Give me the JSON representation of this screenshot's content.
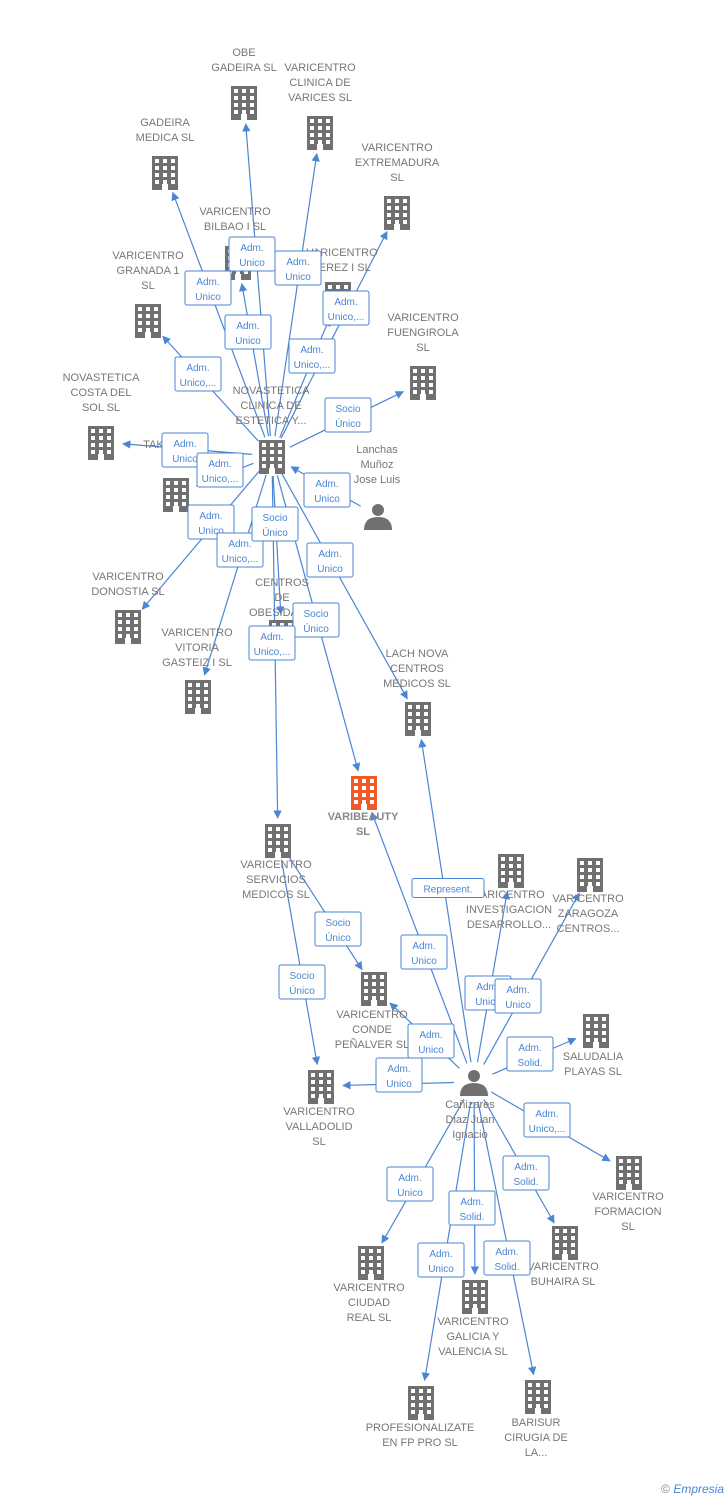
{
  "colors": {
    "building": "#707070",
    "highlight": "#f05a28",
    "edge": "#4a86d4",
    "person": "#707070"
  },
  "nodes": [
    {
      "id": "obe",
      "kind": "company",
      "lines": [
        "OBE",
        "GADEIRA  SL"
      ]
    },
    {
      "id": "vcv",
      "kind": "company",
      "lines": [
        "VARICENTRO",
        "CLINICA DE",
        "VARICES  SL"
      ]
    },
    {
      "id": "gadm",
      "kind": "company",
      "lines": [
        "GADEIRA",
        "MEDICA  SL"
      ]
    },
    {
      "id": "vext",
      "kind": "company",
      "lines": [
        "VARICENTRO",
        "EXTREMADURA",
        "SL"
      ]
    },
    {
      "id": "vbil",
      "kind": "company",
      "lines": [
        "VARICENTRO",
        "BILBAO I  SL"
      ]
    },
    {
      "id": "vjer",
      "kind": "company",
      "lines": [
        "VARICENTRO",
        "JEREZ I  SL"
      ]
    },
    {
      "id": "vgra",
      "kind": "company",
      "lines": [
        "VARICENTRO",
        "GRANADA 1",
        "SL"
      ]
    },
    {
      "id": "vfue",
      "kind": "company",
      "lines": [
        "VARICENTRO",
        "FUENGIROLA",
        "SL"
      ]
    },
    {
      "id": "ncos",
      "kind": "company",
      "lines": [
        "NOVASTETICA",
        "COSTA DEL",
        "SOL  SL"
      ]
    },
    {
      "id": "nova",
      "kind": "company",
      "lines": [
        "NOVASTETICA",
        "CLINICA DE",
        "ESTETICA Y..."
      ]
    },
    {
      "id": "tak",
      "kind": "company",
      "lines": [
        "TAK..."
      ]
    },
    {
      "id": "lanchas",
      "kind": "person",
      "lines": [
        "Lanchas",
        "Muñoz",
        "Jose Luis"
      ]
    },
    {
      "id": "vdon",
      "kind": "company",
      "lines": [
        "VARICENTRO",
        "DONOSTIA  SL"
      ]
    },
    {
      "id": "cobe",
      "kind": "company",
      "lines": [
        "CENTROS",
        "DE",
        "OBESIDAD..."
      ]
    },
    {
      "id": "vvit",
      "kind": "company",
      "lines": [
        "VARICENTRO",
        "VITORIA",
        "GASTEIZ I  SL"
      ]
    },
    {
      "id": "lach",
      "kind": "company",
      "lines": [
        "LACH NOVA",
        "CENTROS",
        "MEDICOS  SL"
      ]
    },
    {
      "id": "vari",
      "kind": "main",
      "lines": [
        "VARIBEAUTY",
        "SL"
      ]
    },
    {
      "id": "vser",
      "kind": "company",
      "lines": [
        "VARICENTRO",
        "SERVICIOS",
        "MEDICOS  SL"
      ]
    },
    {
      "id": "vinv",
      "kind": "company",
      "lines": [
        "VARICENTRO",
        "INVESTIGACION",
        "DESARROLLO..."
      ]
    },
    {
      "id": "vzar",
      "kind": "company",
      "lines": [
        "VARICENTRO",
        "ZARAGOZA",
        "CENTROS..."
      ]
    },
    {
      "id": "vcon",
      "kind": "company",
      "lines": [
        "VARICENTRO",
        "CONDE",
        "PEÑALVER  SL"
      ]
    },
    {
      "id": "salu",
      "kind": "company",
      "lines": [
        "SALUDALIA",
        "PLAYAS  SL"
      ]
    },
    {
      "id": "vval",
      "kind": "company",
      "lines": [
        "VARICENTRO",
        "VALLADOLID",
        "SL"
      ]
    },
    {
      "id": "canz",
      "kind": "person",
      "lines": [
        "Cañizares",
        "Diaz Juan",
        "Ignacio"
      ]
    },
    {
      "id": "vfor",
      "kind": "company",
      "lines": [
        "VARICENTRO",
        "FORMACION",
        "SL"
      ]
    },
    {
      "id": "vciu",
      "kind": "company",
      "lines": [
        "VARICENTRO",
        "CIUDAD",
        "REAL  SL"
      ]
    },
    {
      "id": "vbuh",
      "kind": "company",
      "lines": [
        "VARICENTRO",
        "BUHAIRA  SL"
      ]
    },
    {
      "id": "vgal",
      "kind": "company",
      "lines": [
        "VARICENTRO",
        "GALICIA Y",
        "VALENCIA  SL"
      ]
    },
    {
      "id": "prof",
      "kind": "company",
      "lines": [
        "PROFESIONALIZATE",
        "EN FP PRO  SL"
      ]
    },
    {
      "id": "bari",
      "kind": "company",
      "lines": [
        "BARISUR",
        "CIRUGIA DE",
        "LA..."
      ]
    }
  ],
  "edges": [
    {
      "from": "nova",
      "to": "obe",
      "label": [
        "Adm.",
        "Unico"
      ]
    },
    {
      "from": "nova",
      "to": "vcv",
      "label": [
        "Adm.",
        "Unico"
      ]
    },
    {
      "from": "nova",
      "to": "gadm",
      "label": [
        "Adm.",
        "Unico"
      ]
    },
    {
      "from": "nova",
      "to": "vbil",
      "label": [
        "Adm.",
        "Unico"
      ]
    },
    {
      "from": "nova",
      "to": "vjer",
      "label": [
        "Adm.",
        "Unico,..."
      ]
    },
    {
      "from": "nova",
      "to": "vext",
      "label": [
        "Adm.",
        "Unico,..."
      ]
    },
    {
      "from": "nova",
      "to": "vgra",
      "label": [
        "Adm.",
        "Unico,..."
      ]
    },
    {
      "from": "nova",
      "to": "vfue",
      "label": [
        "Socio",
        "Único"
      ]
    },
    {
      "from": "nova",
      "to": "ncos",
      "label": [
        "Adm.",
        "Unico"
      ]
    },
    {
      "from": "nova",
      "to": "tak",
      "label": [
        "Adm.",
        "Unico,..."
      ]
    },
    {
      "from": "nova",
      "to": "vdon",
      "label": [
        "Adm.",
        "Unico"
      ]
    },
    {
      "from": "nova",
      "to": "vvit",
      "label": [
        "Adm.",
        "Unico,..."
      ]
    },
    {
      "from": "nova",
      "to": "cobe",
      "label": [
        "Socio",
        "Único"
      ]
    },
    {
      "from": "nova",
      "to": "lach",
      "label": [
        "Adm.",
        "Unico"
      ]
    },
    {
      "from": "nova",
      "to": "vari",
      "label": [
        "Socio",
        "Único"
      ]
    },
    {
      "from": "nova",
      "to": "vser",
      "label": [
        "Adm.",
        "Unico,..."
      ]
    },
    {
      "from": "lanchas",
      "to": "nova",
      "label": [
        "Adm.",
        "Unico"
      ]
    },
    {
      "from": "vser",
      "to": "vcon",
      "label": [
        "Socio",
        "Único"
      ]
    },
    {
      "from": "vser",
      "to": "vval",
      "label": [
        "Socio",
        "Único"
      ]
    },
    {
      "from": "canz",
      "to": "lach",
      "label": [
        "Represent."
      ]
    },
    {
      "from": "canz",
      "to": "vari",
      "label": [
        "Adm.",
        "Unico"
      ]
    },
    {
      "from": "canz",
      "to": "vinv",
      "label": [
        "Adm.",
        "Unico"
      ]
    },
    {
      "from": "canz",
      "to": "vzar",
      "label": [
        "Adm.",
        "Unico"
      ]
    },
    {
      "from": "canz",
      "to": "vcon",
      "label": [
        "Adm.",
        "Unico"
      ]
    },
    {
      "from": "canz",
      "to": "salu",
      "label": [
        "Adm.",
        "Solid."
      ]
    },
    {
      "from": "canz",
      "to": "vval",
      "label": [
        "Adm.",
        "Unico"
      ]
    },
    {
      "from": "canz",
      "to": "vfor",
      "label": [
        "Adm.",
        "Unico,..."
      ]
    },
    {
      "from": "canz",
      "to": "vbuh",
      "label": [
        "Adm.",
        "Solid."
      ]
    },
    {
      "from": "canz",
      "to": "vciu",
      "label": [
        "Adm.",
        "Unico"
      ]
    },
    {
      "from": "canz",
      "to": "vgal",
      "label": [
        "Adm.",
        "Solid."
      ]
    },
    {
      "from": "canz",
      "to": "prof",
      "label": [
        "Adm.",
        "Unico"
      ]
    },
    {
      "from": "canz",
      "to": "bari",
      "label": [
        "Adm.",
        "Solid."
      ]
    }
  ],
  "footer": {
    "copyright": "©",
    "brand": "Empresia"
  }
}
